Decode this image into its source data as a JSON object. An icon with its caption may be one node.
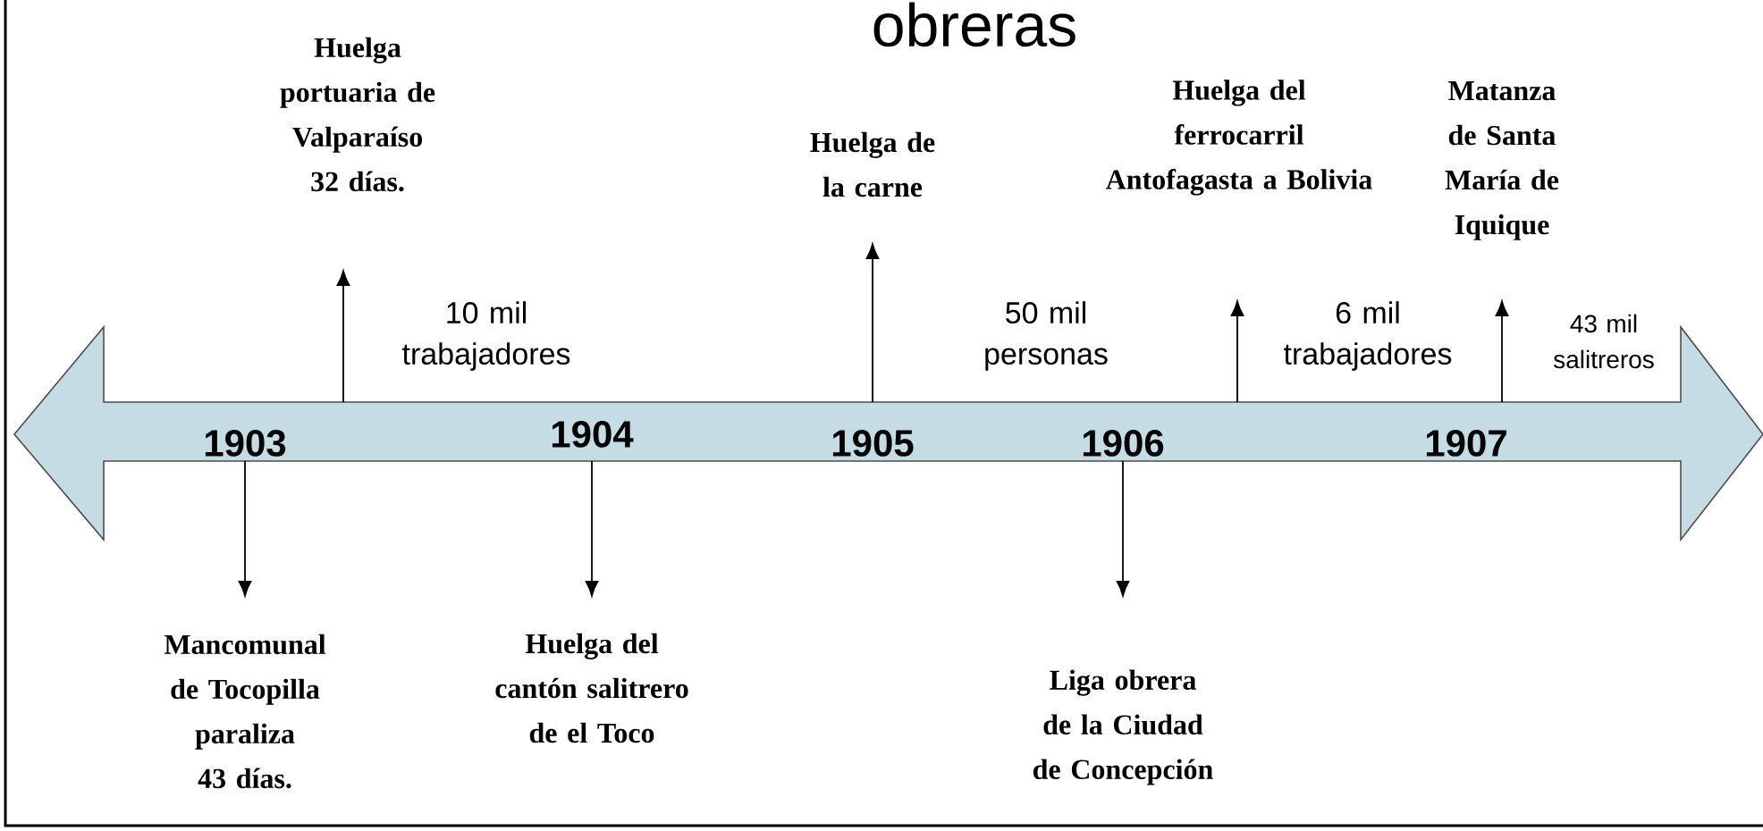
{
  "diagram": {
    "title": "obreras",
    "nodes": [
      {
        "text": [
          "1903",
          "1904",
          "1905",
          "1906",
          "1907"
        ]
      },
      {
        "text": [
          "Huelga portuaria de Valparaíso 32 días."
        ]
      },
      {
        "text": [
          "Huelga de la carne"
        ]
      },
      {
        "text": [
          "Huelga del ferrocarril Antofagasta a Bolivia"
        ]
      },
      {
        "text": [
          "Matanza de Santa María de Iquique"
        ]
      },
      {
        "text": [
          "Mancomunal de Tocopilla paraliza 43 días."
        ]
      },
      {
        "text": [
          "Huelga del cantón salitrero de el Toco"
        ]
      },
      {
        "text": [
          "Liga obrera de la Ciudad de Concepción"
        ]
      }
    ],
    "edges": [
      {
        "from": 0,
        "to": 1,
        "arrow": "to"
      },
      {
        "from": 0,
        "to": 2,
        "arrow": "to"
      },
      {
        "from": 0,
        "to": 3,
        "arrow": "to"
      },
      {
        "from": 0,
        "to": 4,
        "arrow": "to"
      },
      {
        "from": 0,
        "to": 5,
        "arrow": "to"
      },
      {
        "from": 0,
        "to": 6,
        "arrow": "to"
      },
      {
        "from": 0,
        "to": 7,
        "arrow": "to"
      }
    ],
    "labels": [
      "10 mil trabajadores",
      "50 mil personas",
      "6 mil trabajadores",
      "43 mil salitreros"
    ]
  }
}
